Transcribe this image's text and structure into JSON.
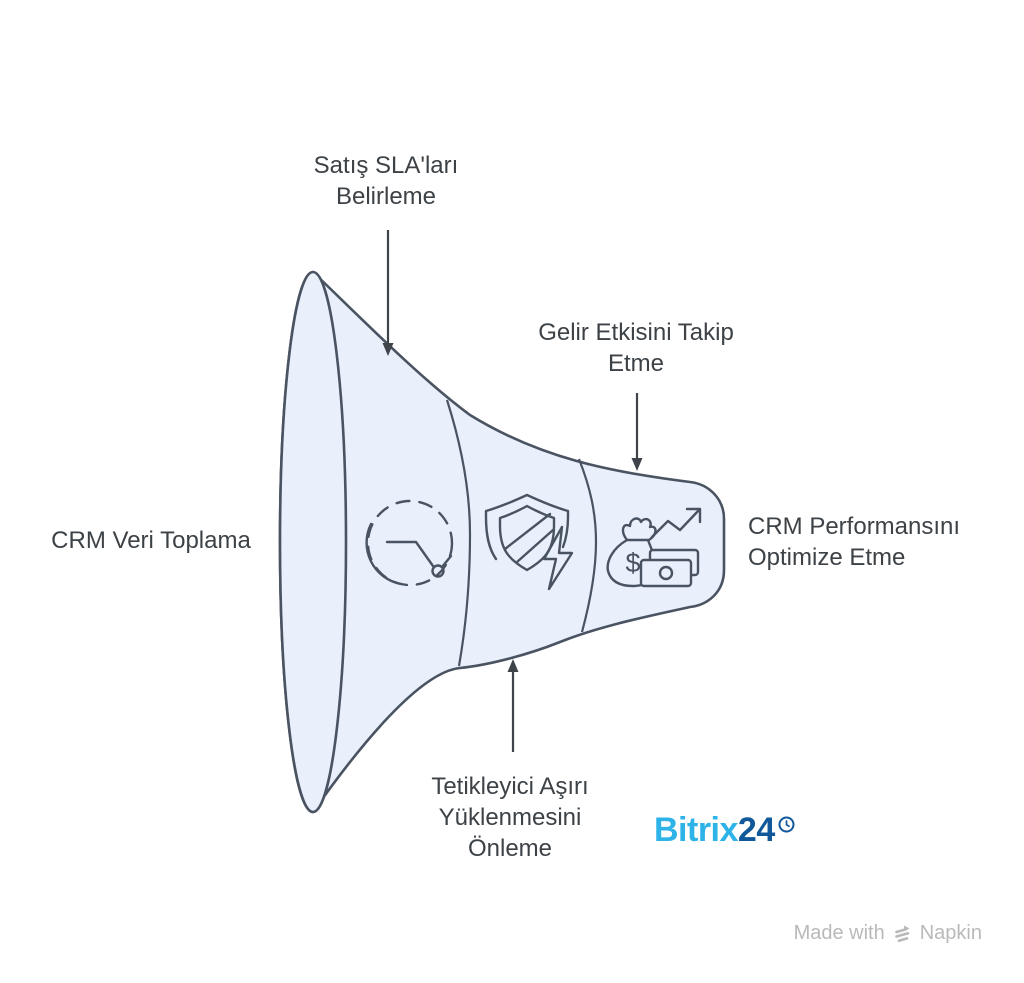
{
  "colors": {
    "background": "#ffffff",
    "funnel_fill": "#e9f0fc",
    "funnel_stroke": "#4a5362",
    "label_text": "#3d4247",
    "arrow": "#3f444b",
    "bitrix_cyan": "#2eb3e8",
    "bitrix_blue": "#11589a",
    "credit_gray": "#b9b9b9"
  },
  "labels": {
    "collect": {
      "text": "CRM Veri Toplama"
    },
    "sla": {
      "lines": [
        "Satış SLA'ları",
        "Belirleme"
      ]
    },
    "revenue": {
      "lines": [
        "Gelir Etkisini Takip",
        "Etme"
      ]
    },
    "optimize": {
      "lines": [
        "CRM Performansını",
        "Optimize Etme"
      ]
    },
    "trigger": {
      "lines": [
        "Tetikleyici Aşırı",
        "Yüklenmesini",
        "Önleme"
      ]
    }
  },
  "icons": {
    "segment1": "gauge-icon",
    "segment2": "shield-lightning-icon",
    "segment3": "money-growth-icon",
    "money_symbol": "$"
  },
  "branding": {
    "bitrix_part1": "Bitrix",
    "bitrix_part2": "24",
    "credit_prefix": "Made with",
    "credit_name": "Napkin"
  }
}
